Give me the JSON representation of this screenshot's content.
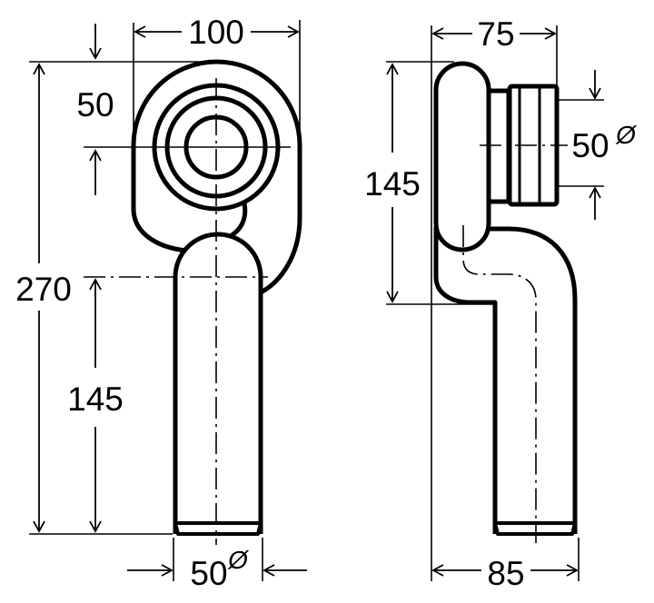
{
  "front_view": {
    "width_label": "100",
    "offset_label": "50",
    "total_height_label": "270",
    "pipe_height_label": "145",
    "outlet_diameter_label": "50",
    "diameter_symbol": "Ø"
  },
  "side_view": {
    "depth_label": "75",
    "height_label": "145",
    "inlet_diameter_label": "50",
    "diameter_symbol": "Ø",
    "bottom_depth_label": "85"
  }
}
